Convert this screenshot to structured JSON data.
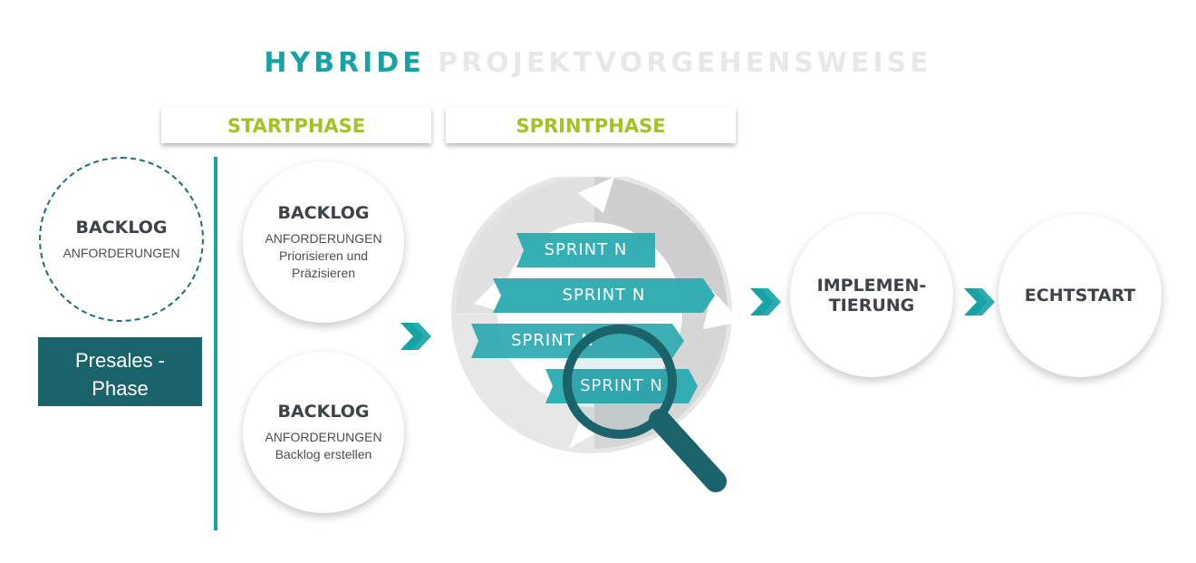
{
  "title": {
    "part1": "HYBRIDE",
    "part2": "PROJEKTVORGEHENSWEISE"
  },
  "phases": {
    "start": "STARTPHASE",
    "sprint": "SPRINTPHASE"
  },
  "presales_circle": {
    "title": "BACKLOG",
    "subtitle": "ANFORDERUNGEN"
  },
  "presales_box": {
    "line1": "Presales -",
    "line2": "Phase"
  },
  "backlog_top": {
    "title": "BACKLOG",
    "subtitle": "ANFORDERUNGEN",
    "line2": "Priorisieren und",
    "line3": "Präzisieren"
  },
  "backlog_bottom": {
    "title": "BACKLOG",
    "subtitle": "ANFORDERUNGEN",
    "line2": "Backlog erstellen"
  },
  "sprints": [
    "SPRINT N",
    "SPRINT N",
    "SPRINT N",
    "SPRINT N"
  ],
  "implementation": {
    "line1": "IMPLEMEN-",
    "line2": "TIERUNG"
  },
  "golive": {
    "label": "ECHTSTART"
  },
  "colors": {
    "teal": "#17a2a6",
    "dark_teal": "#1b636b",
    "lime": "#a3c226",
    "grey_cycle": "#cfcfcf",
    "text_dark": "#3e4345"
  },
  "icons": [
    "double-chevron-icon",
    "magnifier-icon",
    "cycle-arrows-icon"
  ]
}
